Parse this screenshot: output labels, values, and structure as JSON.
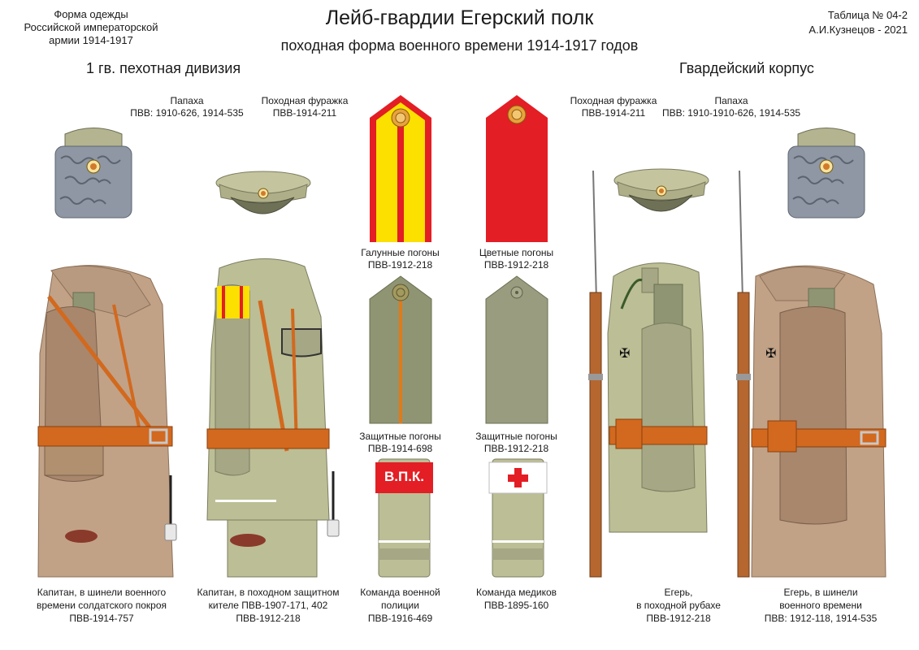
{
  "header": {
    "left": [
      "Форма одежды",
      "Российской императорской",
      "армии  1914-1917"
    ],
    "title": "Лейб-гвардии Егерский полк",
    "subtitle": "походная форма военного времени 1914-1917 годов",
    "right": [
      "Таблица № 04-2",
      "А.И.Кузнецов - 2021"
    ],
    "division_left": "1 гв. пехотная дивизия",
    "division_right": "Гвардейский корпус"
  },
  "headgear": {
    "papakha_left": [
      "Папаха",
      "ПВВ: 1910-626, 1914-535"
    ],
    "cap_left": [
      "Походная фуражка",
      "ПВВ-1914-211"
    ],
    "cap_right": [
      "Походная фуражка",
      "ПВВ-1914-211"
    ],
    "papakha_right": [
      "Папаха",
      "ПВВ: 1910-1910-626, 1914-535"
    ]
  },
  "shoulder_boards": {
    "galloon": [
      "Галунные погоны",
      "ПВВ-1912-218"
    ],
    "colored": [
      "Цветные погоны",
      "ПВВ-1912-218"
    ],
    "protective_officer": [
      "Защитные погоны",
      "ПВВ-1914-698"
    ],
    "protective_soldier": [
      "Защитные  погоны",
      "ПВВ-1912-218"
    ]
  },
  "armbands": {
    "police": {
      "text": "В.П.К.",
      "caption": [
        "Команда военной",
        "полиции",
        "ПВВ-1916-469"
      ]
    },
    "medics": {
      "caption": [
        "Команда медиков",
        "ПВВ-1895-160"
      ]
    }
  },
  "figures": {
    "captain_greatcoat": [
      "Капитан, в шинели военного",
      "времени солдатского покроя",
      "ПВВ-1914-757"
    ],
    "captain_tunic": [
      "Капитан, в походном защитном",
      "кителе ПВВ-1907-171, 402",
      "ПВВ-1912-218"
    ],
    "jaeger_shirt": [
      "Егерь,",
      "в походной рубахе",
      "ПВВ-1912-218"
    ],
    "jaeger_greatcoat": [
      "Егерь, в шинели",
      "военного времени",
      "ПВВ: 1912-118, 1914-535"
    ]
  },
  "colors": {
    "khaki": "#bcbe95",
    "khaki_dark": "#8f8f6a",
    "greatcoat": "#c1a287",
    "greatcoat_dark": "#a8876d",
    "leather": "#d2691e",
    "red": "#e31e24",
    "yellow": "#fbe000",
    "astrakhan": "#8e97a3"
  }
}
